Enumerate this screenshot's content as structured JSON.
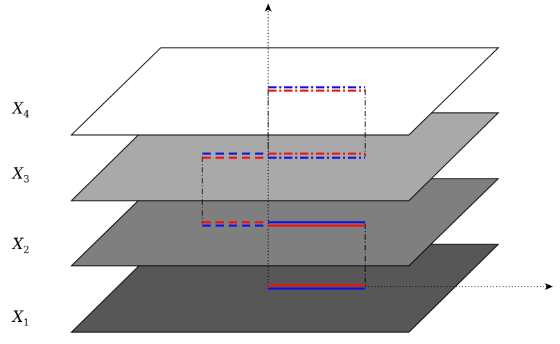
{
  "layers": [
    {
      "id": "X1",
      "base": "X",
      "sub": "1",
      "fill": "#575757"
    },
    {
      "id": "X2",
      "base": "X",
      "sub": "2",
      "fill": "#7f7f7f"
    },
    {
      "id": "X3",
      "base": "X",
      "sub": "3",
      "fill": "#a9a9a9"
    },
    {
      "id": "X4",
      "base": "X",
      "sub": "4",
      "fill": "#ffffff"
    }
  ],
  "colors": {
    "red": "#ee1111",
    "blue": "#1111dd",
    "outline": "#000000",
    "axis": "#000000"
  }
}
